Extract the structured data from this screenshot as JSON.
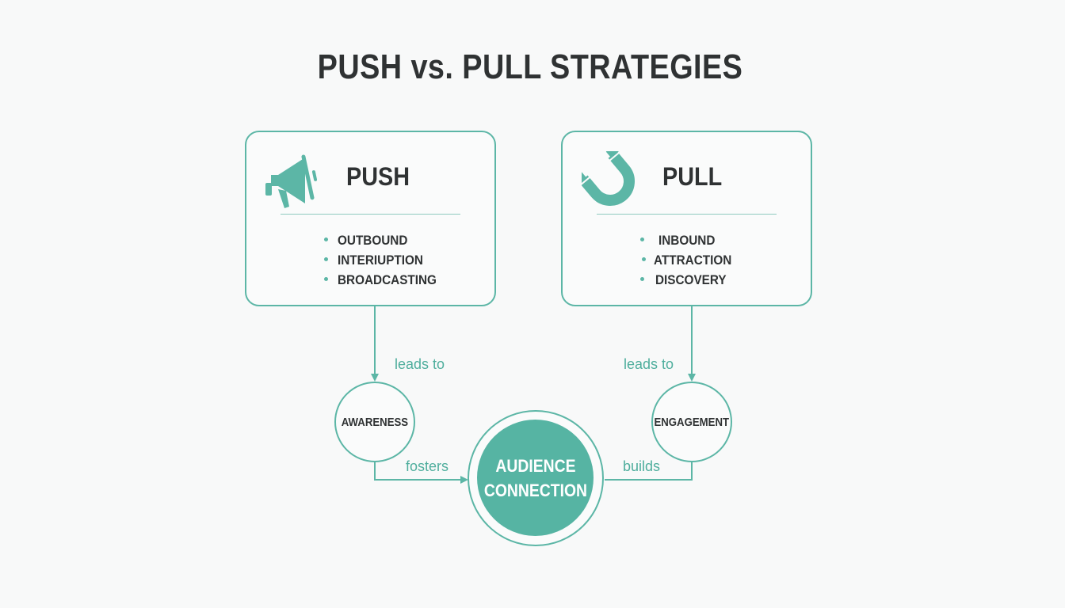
{
  "title": "PUSH vs. PULL STRATEGIES",
  "colors": {
    "accent": "#5cb6a6",
    "accent_fill": "#56b4a3",
    "text_dark": "#2f3233",
    "label_text": "#4fae9d",
    "background": "#f8f9f9"
  },
  "push": {
    "title": "PUSH",
    "icon": "megaphone-icon",
    "items": [
      "OUTBOUND",
      "INTERIUPTION",
      "BROADCASTING"
    ]
  },
  "pull": {
    "title": "PULL",
    "icon": "magnet-icon",
    "items": [
      "INBOUND",
      "ATTRACTION",
      "DISCOVERY"
    ]
  },
  "nodes": {
    "awareness": "AWARENESS",
    "engagement": "ENGAGEMENT",
    "center": "AUDIENCE\nCONNECTION"
  },
  "edges": {
    "push_to_awareness": "leads to",
    "pull_to_engagement": "leads to",
    "awareness_to_center": "fosters",
    "engagement_to_center": "builds"
  }
}
